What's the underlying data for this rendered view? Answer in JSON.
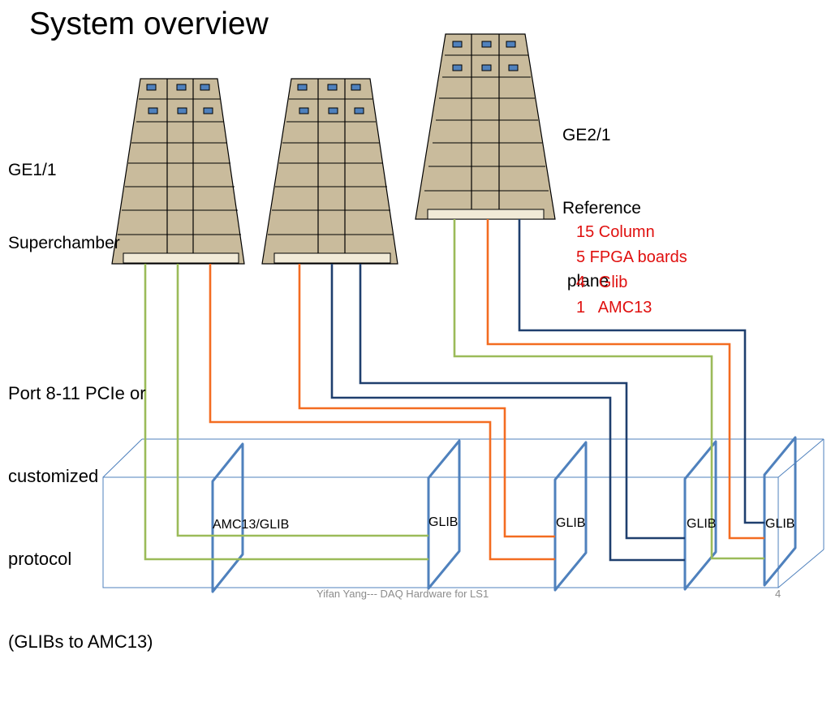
{
  "slide": {
    "title": "System overview",
    "footer": "Yifan Yang--- DAQ Hardware for LS1",
    "page_number": "4"
  },
  "labels": {
    "ge11": [
      "GE1/1",
      "Superchamber"
    ],
    "ge21": [
      "GE2/1",
      "Reference",
      " plane"
    ],
    "port": [
      "Port 8-11 PCIe or",
      "customized",
      "protocol",
      "(GLIBs to AMC13)"
    ],
    "stats": [
      "15 Column",
      "5 FPGA boards",
      "4   Glib",
      "1   AMC13"
    ]
  },
  "boards": [
    "AMC13/GLIB",
    "GLIB",
    "GLIB",
    "GLIB",
    "GLIB"
  ],
  "colors": {
    "chamber_fill": "#c9bb9c",
    "connector": "#f1ead7",
    "chip": "#4f81bd",
    "wire_green": "#9bbb59",
    "wire_orange": "#f36c21",
    "wire_navy": "#1f3f6e",
    "crate": "#4f81bd",
    "stats_text": "#e0100f"
  }
}
